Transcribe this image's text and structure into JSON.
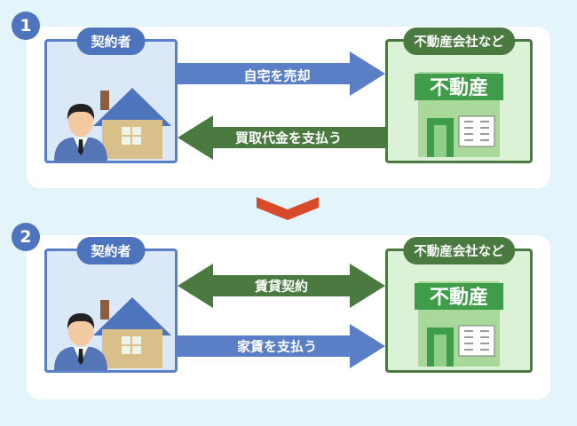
{
  "steps": [
    {
      "number": "1",
      "left_label": "契約者",
      "right_label": "不動産会社など",
      "sign_text": "不動産",
      "arrows": [
        {
          "text": "自宅を売却",
          "direction": "right",
          "color": "#5b7fc6"
        },
        {
          "text": "買取代金を支払う",
          "direction": "left",
          "color": "#4a7a40"
        }
      ]
    },
    {
      "number": "2",
      "left_label": "契約者",
      "right_label": "不動産会社など",
      "sign_text": "不動産",
      "arrows": [
        {
          "text": "賃貸契約",
          "direction": "both",
          "color": "#4a7a40"
        },
        {
          "text": "家賃を支払う",
          "direction": "right",
          "color": "#5b7fc6"
        }
      ]
    }
  ],
  "colors": {
    "background": "#e4f4fb",
    "blue": "#5b7fc6",
    "green": "#4a7a40",
    "chevron": "#d94a2a"
  }
}
